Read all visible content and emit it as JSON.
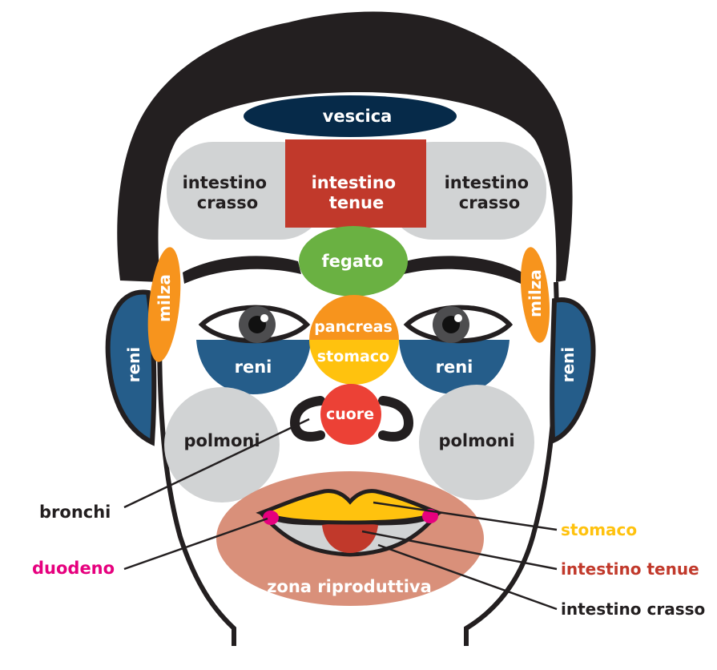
{
  "diagram": {
    "zones": {
      "bladder": "vescica",
      "large_intestine_left": [
        "intestino",
        "crasso"
      ],
      "small_intestine": [
        "intestino",
        "tenue"
      ],
      "large_intestine_right": [
        "intestino",
        "crasso"
      ],
      "liver": "fegato",
      "spleen_left": "milza",
      "spleen_right": "milza",
      "kidney_ear_left": "reni",
      "kidney_ear_right": "reni",
      "kidney_eye_left": "reni",
      "kidney_eye_right": "reni",
      "pancreas": "pancreas",
      "stomach_nose": "stomaco",
      "heart": "cuore",
      "lungs_left": "polmoni",
      "lungs_right": "polmoni",
      "reproductive": "zona riproduttiva"
    },
    "callouts": {
      "bronchi": "bronchi",
      "duodenum": "duodeno",
      "stomach_lip": "stomaco",
      "small_intestine_lip": "intestino tenue",
      "large_intestine_lip": "intestino crasso"
    }
  },
  "colors": {
    "bladder": "#062a49",
    "grey_zone": "#d1d3d4",
    "small_intestine": "#c1392b",
    "liver": "#6ab142",
    "spleen": "#f7941d",
    "kidney": "#255d8a",
    "pancreas": "#f7941d",
    "stomach": "#ffc20e",
    "heart": "#ec4136",
    "reproductive": "#d9907a",
    "duodenum": "#e6007e",
    "hair": "#231f20"
  }
}
